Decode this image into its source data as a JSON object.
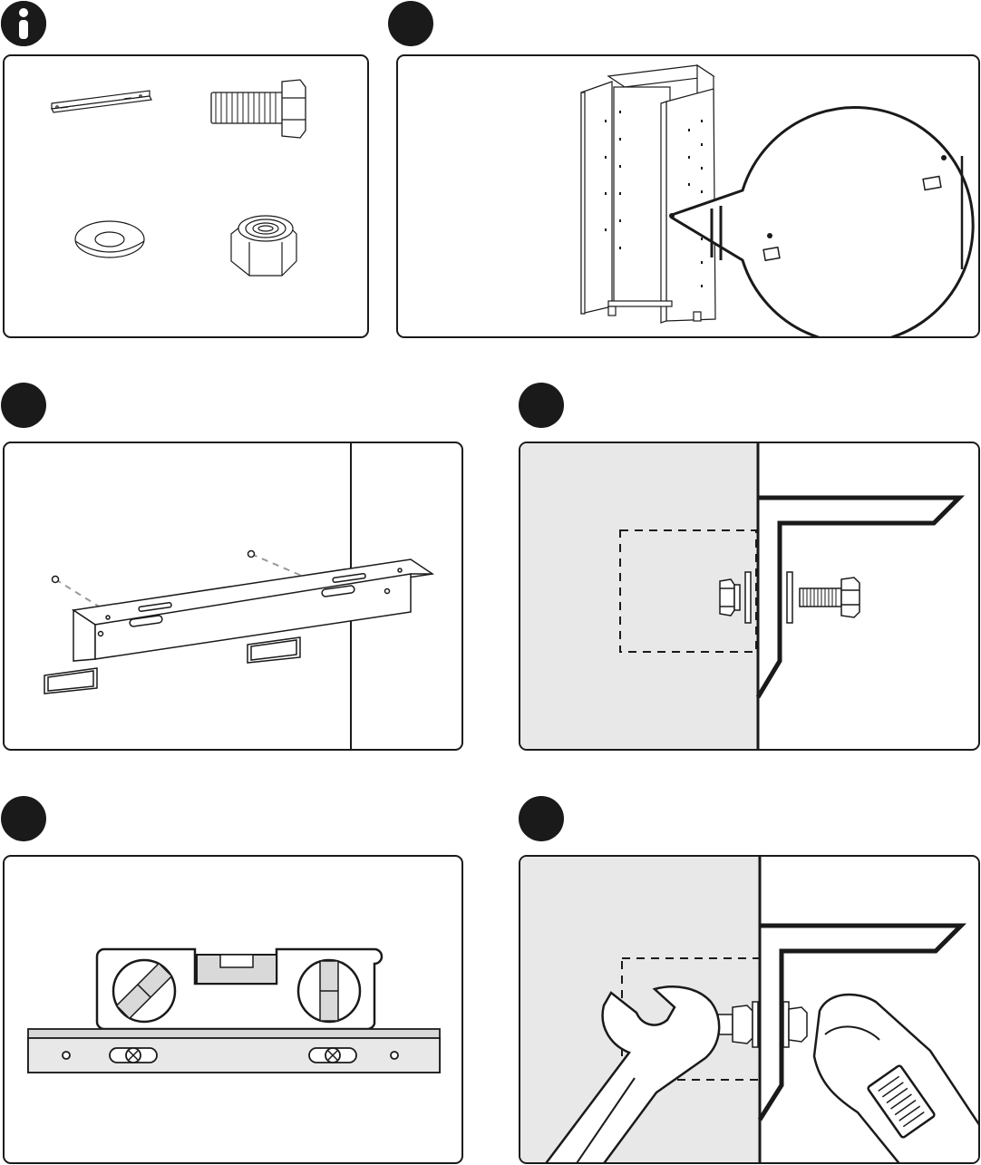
{
  "manual": {
    "info_badge": "i",
    "steps": [
      {
        "id": "parts",
        "badge": "i"
      },
      {
        "id": "step-a",
        "badge": ""
      },
      {
        "id": "step-b",
        "badge": ""
      },
      {
        "id": "step-c",
        "badge": ""
      },
      {
        "id": "step-d",
        "badge": ""
      },
      {
        "id": "step-e",
        "badge": ""
      }
    ]
  },
  "colors": {
    "ink": "#1a1a1a",
    "wall_gray": "#e8e8e8",
    "metal_light": "#d9d9d9",
    "panel_bg": "#ffffff"
  },
  "parts": [
    {
      "name": "mounting-bracket"
    },
    {
      "name": "hex-bolt"
    },
    {
      "name": "flat-washer"
    },
    {
      "name": "nylon-lock-nut"
    }
  ],
  "icons": [
    "info-icon",
    "wrench-icon",
    "adjustable-wrench-icon",
    "spirit-level-icon"
  ]
}
